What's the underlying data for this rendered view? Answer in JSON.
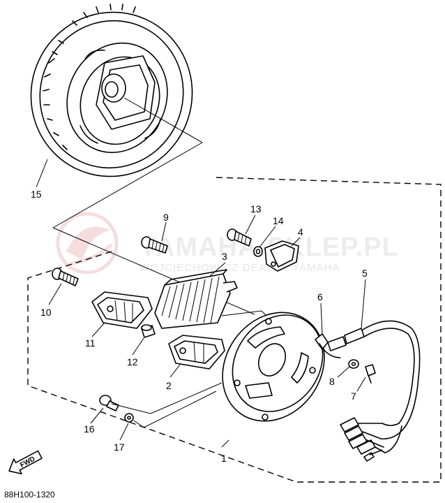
{
  "callouts": {
    "c1": "1",
    "c2": "2",
    "c3": "3",
    "c4": "4",
    "c5": "5",
    "c6": "6",
    "c7": "7",
    "c8": "8",
    "c9": "9",
    "c10": "10",
    "c11": "11",
    "c12": "12",
    "c13": "13",
    "c14": "14",
    "c15": "15",
    "c16": "16",
    "c17": "17"
  },
  "drawing_code": "88H100-1320",
  "fwd_label": "FWD",
  "watermark": {
    "title": "YAMAHA-SKLEP.PL",
    "subtitle": "WOJCIECHOWICZ DEALER YAMAHA",
    "logo_color": "#e8a0a0"
  }
}
